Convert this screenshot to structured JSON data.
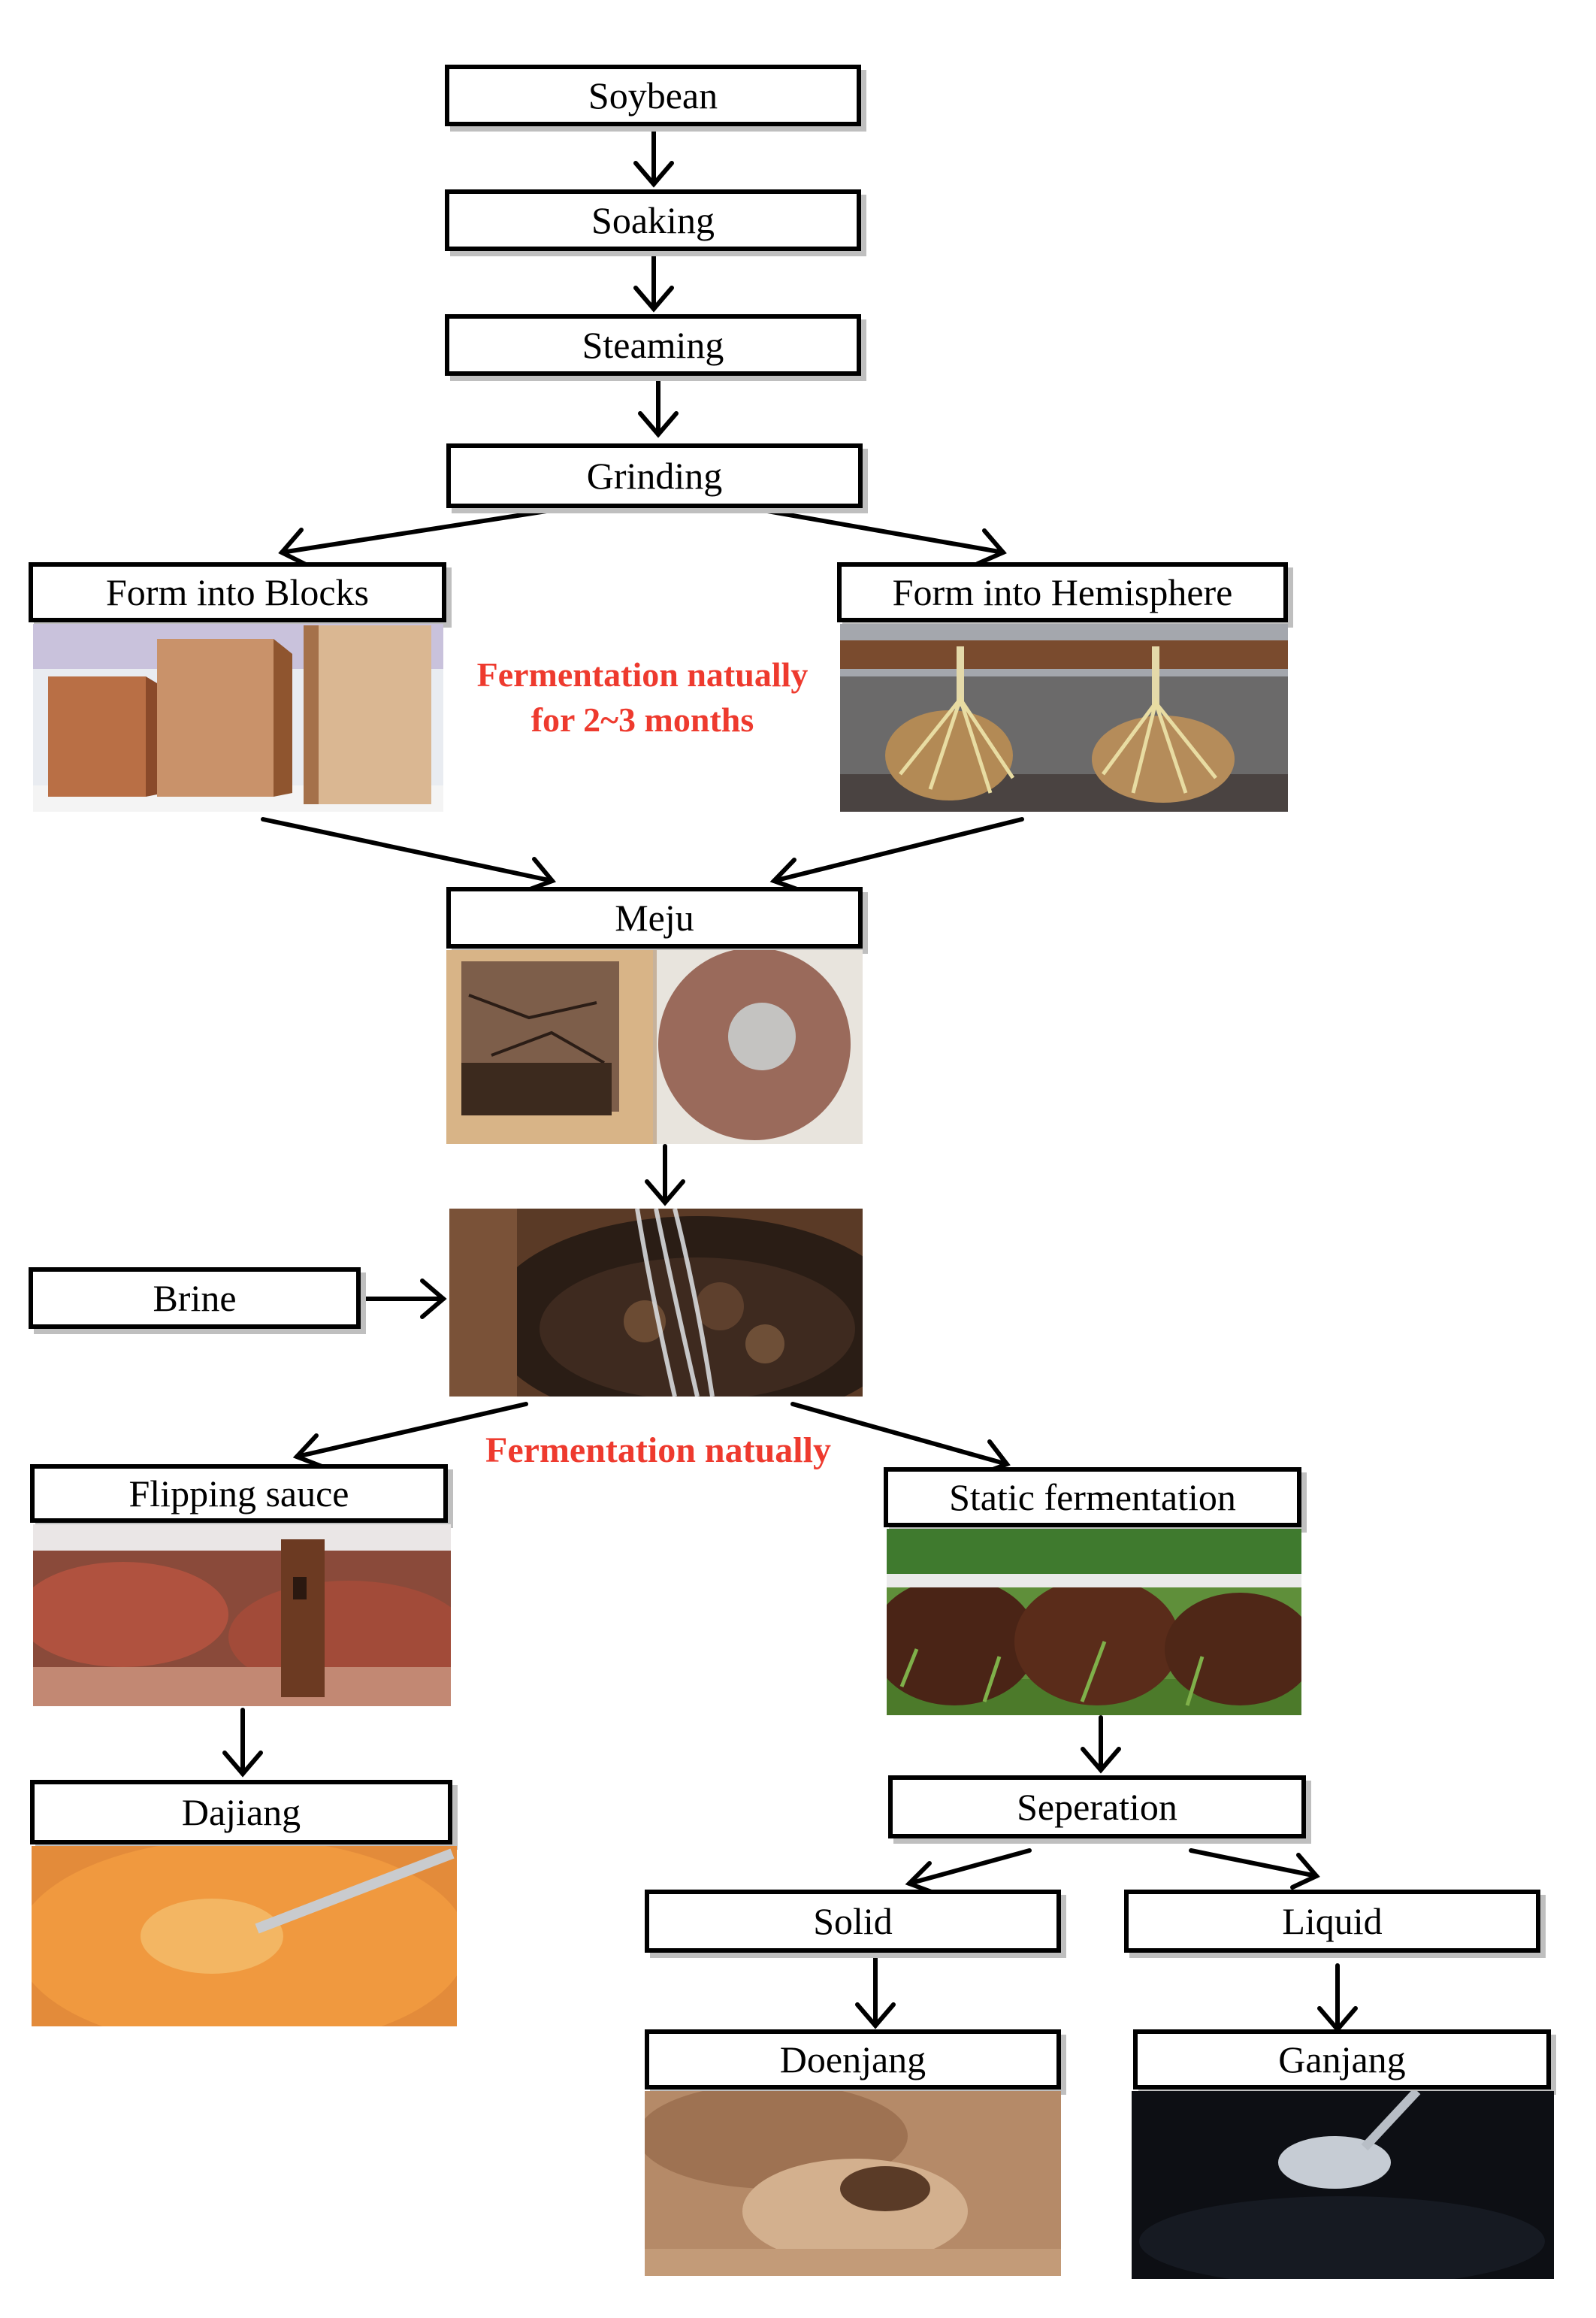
{
  "steps": {
    "soybean": "Soybean",
    "soaking": "Soaking",
    "steaming": "Steaming",
    "grinding": "Grinding",
    "blocks": "Form into Blocks",
    "hemisphere": "Form into Hemisphere",
    "meju": "Meju",
    "brine": "Brine",
    "flipping": "Flipping sauce",
    "static": "Static fermentation",
    "dajiang": "Dajiang",
    "separation": "Seperation",
    "solid": "Solid",
    "liquid": "Liquid",
    "doenjang": "Doenjang",
    "ganjang": "Ganjang"
  },
  "notes": {
    "fermentation_months_line1": "Fermentation natually",
    "fermentation_months_line2": "for 2~3 months",
    "fermentation_natually": "Fermentation natually"
  },
  "colors": {
    "note_red": "#ee3a2e",
    "box_border": "#000000",
    "box_shadow": "#bfbfbf"
  }
}
